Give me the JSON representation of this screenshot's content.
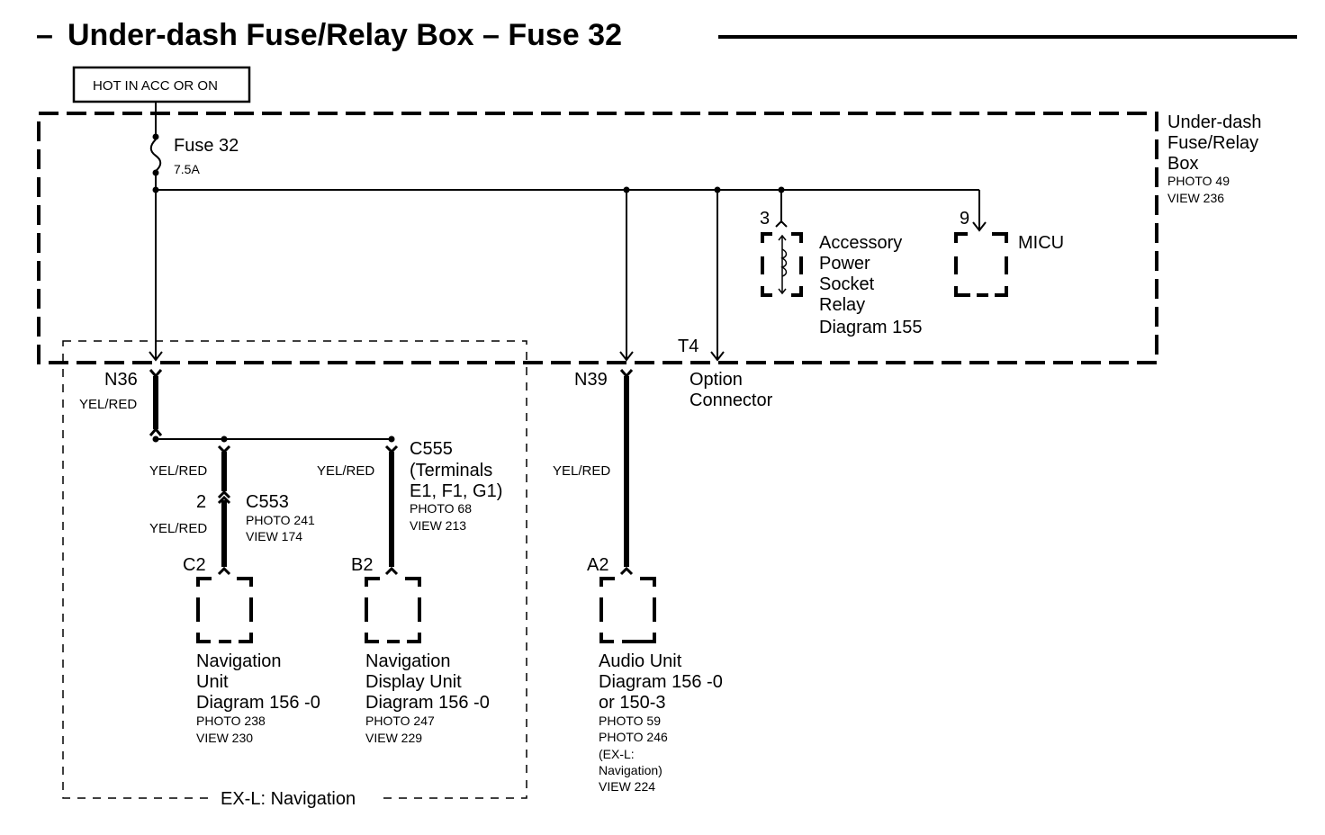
{
  "title": "Under-dash Fuse/Relay Box – Fuse 32",
  "title_prefix": "–",
  "power_source": "HOT IN ACC OR ON",
  "fuse_box": {
    "name_lines": [
      "Under-dash",
      "Fuse/Relay",
      "Box"
    ],
    "photo": "PHOTO 49",
    "view": "VIEW 236"
  },
  "fuse": {
    "name": "Fuse 32",
    "rating": "7.5A"
  },
  "relay": {
    "pin": "3",
    "lines": [
      "Accessory",
      "Power",
      "Socket",
      "Relay",
      "Diagram 155"
    ]
  },
  "micu": {
    "pin": "9",
    "name": "MICU"
  },
  "option_connector": {
    "pin": "T4",
    "lines": [
      "Option",
      "Connector"
    ]
  },
  "terminals": {
    "n36": "N36",
    "n39": "N39"
  },
  "wire_color": "YEL/RED",
  "c553": {
    "pin": "2",
    "name": "C553",
    "photo": "PHOTO 241",
    "view": "VIEW 174"
  },
  "c555": {
    "lines": [
      "C555",
      "(Terminals",
      "E1, F1, G1)"
    ],
    "photo": "PHOTO 68",
    "view": "VIEW 213"
  },
  "nav_unit": {
    "pin": "C2",
    "lines": [
      "Navigation",
      "Unit",
      "Diagram 156 -0"
    ],
    "photo": "PHOTO 238",
    "view": "VIEW 230"
  },
  "nav_display": {
    "pin": "B2",
    "lines": [
      "Navigation",
      "Display Unit",
      "Diagram 156 -0"
    ],
    "photo": "PHOTO 247",
    "view": "VIEW 229"
  },
  "audio_unit": {
    "pin": "A2",
    "lines": [
      "Audio Unit",
      "Diagram 156 -0",
      "or 150-3"
    ],
    "details": [
      "PHOTO 59",
      "PHOTO 246",
      "(EX-L:",
      "Navigation)",
      "VIEW 224"
    ]
  },
  "option_box_label": "EX-L: Navigation"
}
